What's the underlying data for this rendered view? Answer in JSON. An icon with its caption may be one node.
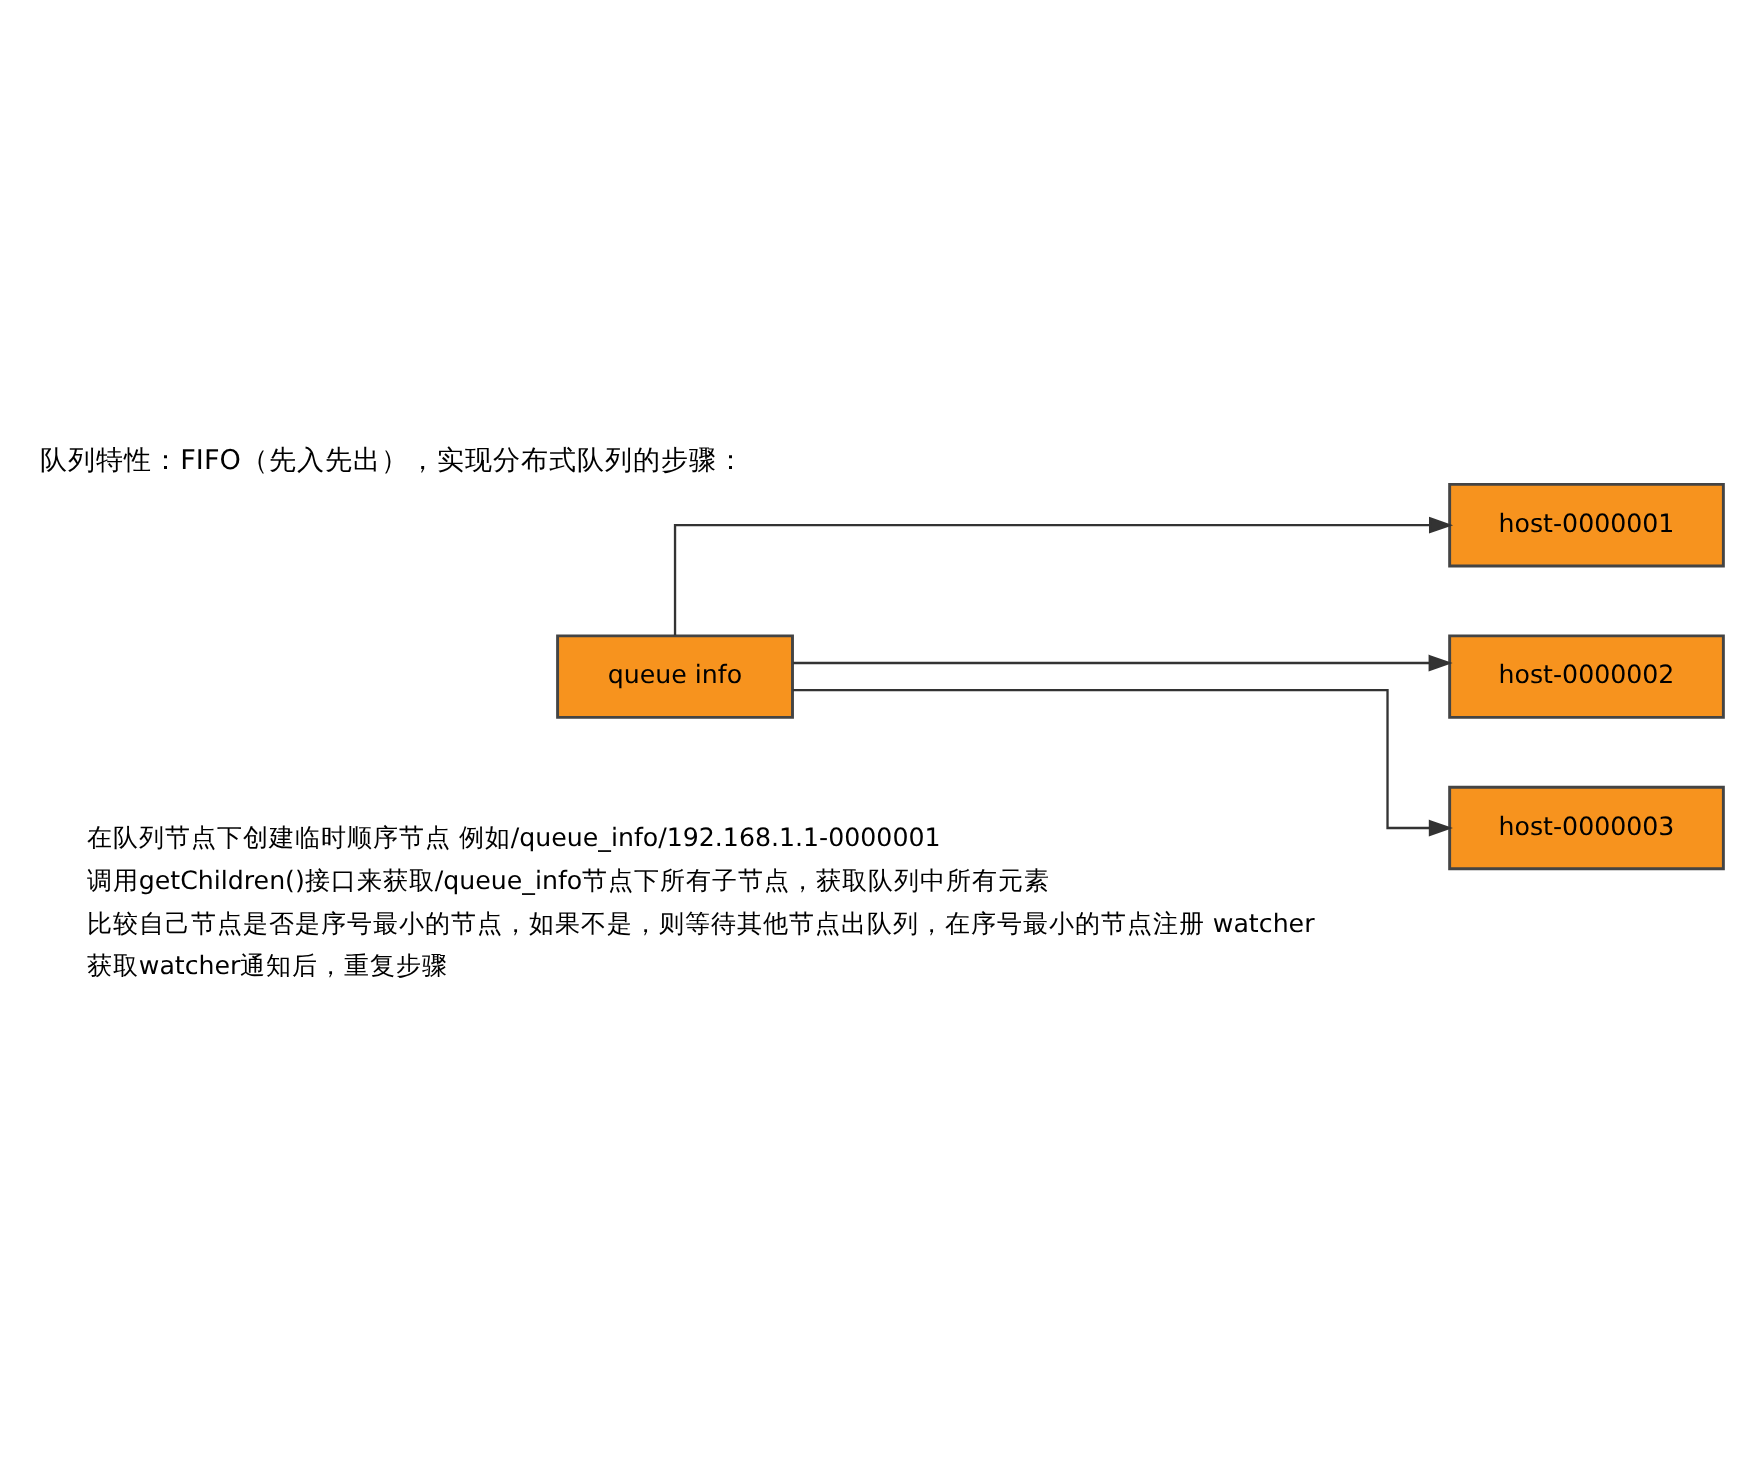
{
  "diagram": {
    "title": "队列特性：FIFO（先入先出），实现分布式队列的步骤：",
    "nodes": [
      {
        "text": [
          "queue info"
        ]
      },
      {
        "text": [
          "host-0000001"
        ]
      },
      {
        "text": [
          "host-0000002"
        ]
      },
      {
        "text": [
          "host-0000003"
        ]
      }
    ],
    "edges": [
      {
        "from": 0,
        "to": 1,
        "arrow": "to"
      },
      {
        "from": 0,
        "to": 2,
        "arrow": "to"
      },
      {
        "from": 0,
        "to": 3,
        "arrow": "to"
      }
    ],
    "labels": [
      "在队列节点下创建临时顺序节点 例如/queue_info/192.168.1.1-0000001",
      "调用getChildren()接口来获取/queue_info节点下所有子节点，获取队列中所有元素",
      "比较自己节点是否是序号最小的节点，如果不是，则等待其他节点出队列，在序号最小的节点注册 watcher",
      "获取watcher通知后，重复步骤"
    ]
  }
}
